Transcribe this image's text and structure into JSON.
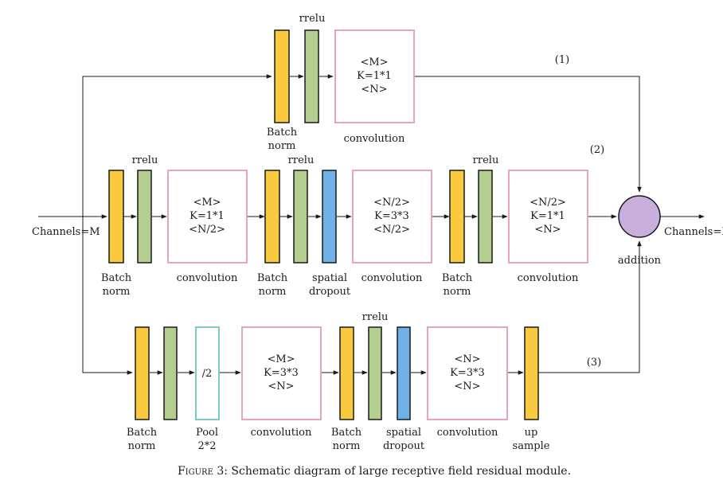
{
  "labels": {
    "rrelu": "rrelu",
    "batch": "Batch",
    "norm": "norm",
    "convolution": "convolution",
    "spatial": "spatial",
    "dropout": "dropout",
    "pool_line1": "Pool",
    "pool_line2": "2*2",
    "pool_box": "/2",
    "up": "up",
    "sample": "sample",
    "addition": "addition",
    "input": "Channels=M",
    "output": "Channels=N"
  },
  "paths": {
    "p1": "(1)",
    "p2": "(2)",
    "p3": "(3)"
  },
  "conv_top": [
    "<M>",
    "K=1*1",
    "<N>"
  ],
  "conv_mid1": [
    "<M>",
    "K=1*1",
    "<N/2>"
  ],
  "conv_mid2": [
    "<N/2>",
    "K=3*3",
    "<N/2>"
  ],
  "conv_mid3": [
    "<N/2>",
    "K=1*1",
    "<N>"
  ],
  "conv_bot1": [
    "<M>",
    "K=3*3",
    "<N>"
  ],
  "conv_bot2": [
    "<N>",
    "K=3*3",
    "<N>"
  ],
  "caption": {
    "prefix": "Figure 3:",
    "text": "Schematic diagram of large receptive field residual module."
  },
  "colors": {
    "batch_norm": "#F9C940",
    "rrelu": "#B3CE8E",
    "spatial_dropout": "#6FB1E6",
    "convolution_border": "#E6A3C3",
    "pool_border": "#7CCBC7",
    "addition": "#C9B0DC"
  }
}
